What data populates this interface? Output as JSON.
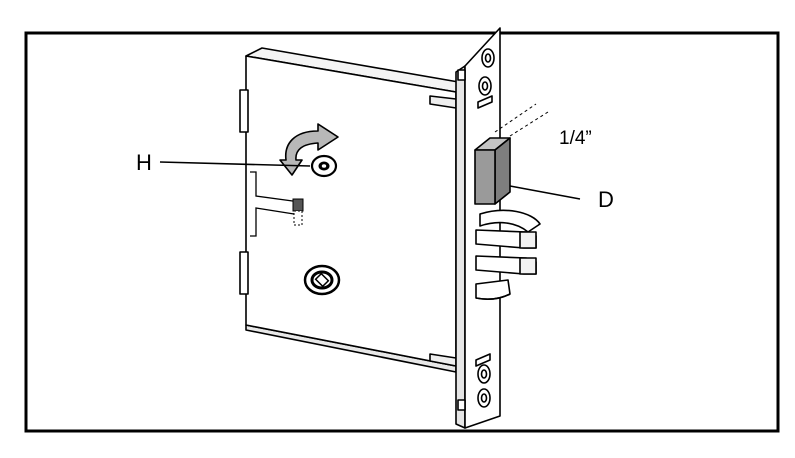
{
  "diagram": {
    "callouts": {
      "h_label": "H",
      "d_label": "D",
      "dimension_label": "1/4”"
    },
    "icons": {
      "rotation": "curved-double-arrow-icon",
      "adjust_screw": "hex-screw-icon",
      "cylinder_hole": "cylinder-hole-icon",
      "deadbolt": "deadbolt-block-icon"
    },
    "colors": {
      "frame": "#000000",
      "body_fill": "#ffffff",
      "deadbolt_fill": "#9a9a9a",
      "deadbolt_top": "#c4c4c4",
      "arrow_fill": "#b8b8b8"
    }
  }
}
